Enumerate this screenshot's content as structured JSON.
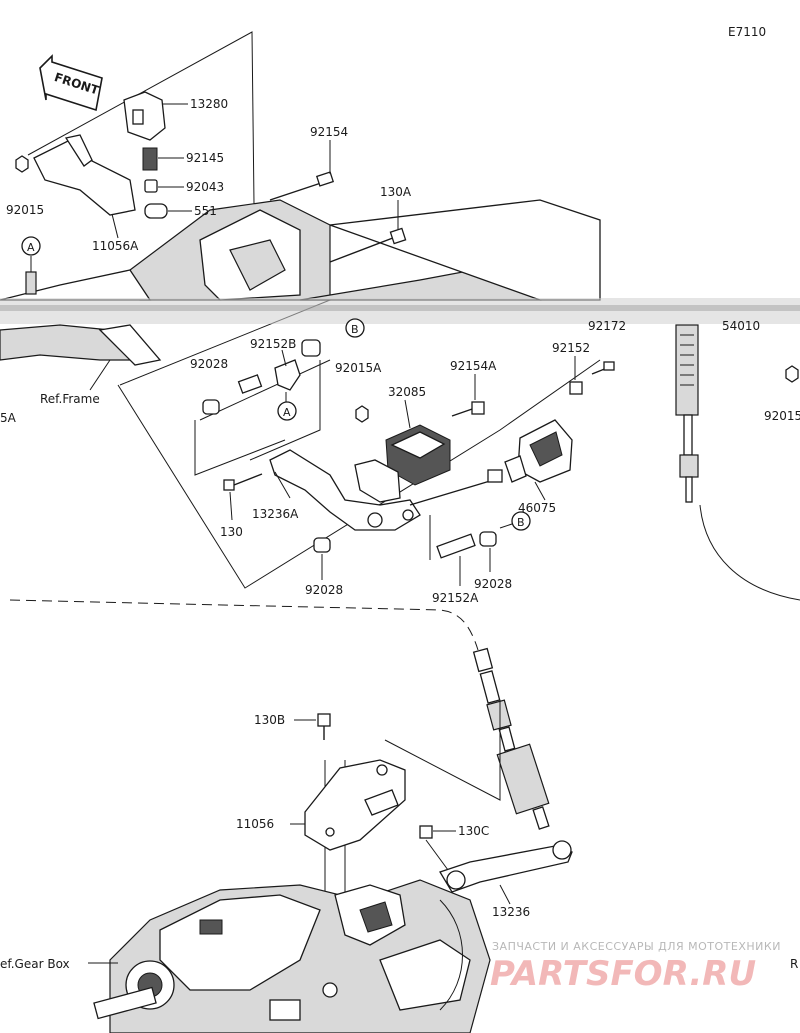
{
  "diagram_code": "E7110",
  "front_label": "FRONT",
  "part_labels": {
    "p13280": "13280",
    "p92145": "92145",
    "p92043": "92043",
    "p551": "551",
    "p92015_top": "92015",
    "p11056A": "11056A",
    "p92154": "92154",
    "p130A": "130A",
    "p92152B": "92152B",
    "p92028_a": "92028",
    "p92015A": "92015A",
    "p92154A": "92154A",
    "p32085": "32085",
    "p92152": "92152",
    "p92172": "92172",
    "p54010": "54010",
    "p92015_right": "92015",
    "p46075": "46075",
    "p130": "130",
    "p13236A": "13236A",
    "p92028_b": "92028",
    "p92028_c": "92028",
    "p92152A": "92152A",
    "p130B": "130B",
    "p11056": "11056",
    "p130C": "130C",
    "p13236": "13236",
    "p_left_cut": "5A"
  },
  "ref_labels": {
    "frame": "Ref.Frame",
    "gear_box": "ef.Gear Box",
    "right_cut": "R"
  },
  "callouts": {
    "A": "A",
    "B": "B"
  },
  "watermark": {
    "top_text": "ЗАПЧАСТИ И АКСЕССУАРЫ ДЛЯ МОТОТЕХНИКИ",
    "brand": "PARTSFOR.RU"
  }
}
